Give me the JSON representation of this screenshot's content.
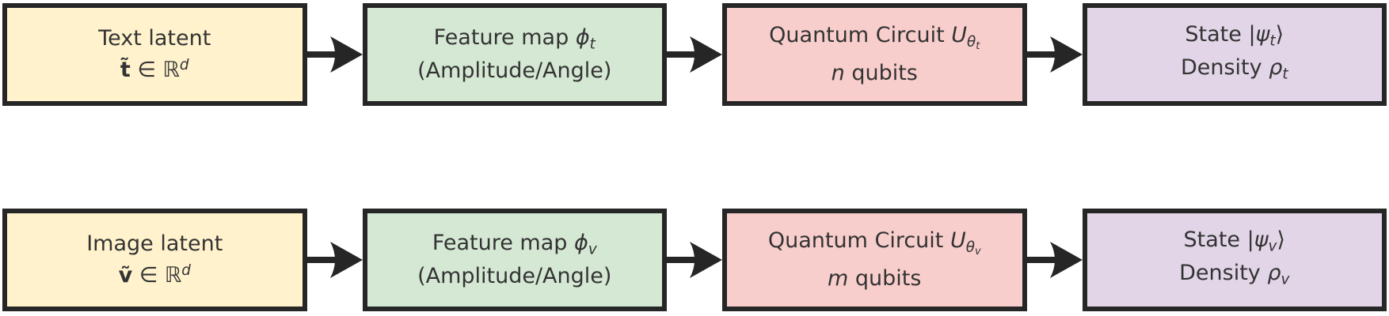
{
  "colors": {
    "yellow": "#fff2cc",
    "green": "#d5e8d4",
    "pink": "#f8cecc",
    "purple": "#e1d5e7",
    "border": "#262626",
    "arrow": "#262626",
    "text": "#333333"
  },
  "arrow_icon": "flow-arrow-icon",
  "rows": [
    {
      "name": "text",
      "boxes": [
        {
          "id": "text-latent",
          "fill": "yellow",
          "lines": [
            [
              {
                "t": "Text latent"
              }
            ],
            [
              {
                "t": "t̃",
                "b": true
              },
              {
                "t": " ∈ "
              },
              {
                "t": "ℝ"
              },
              {
                "t": "d",
                "i": true,
                "sup": true
              }
            ]
          ]
        },
        {
          "id": "text-feature-map",
          "fill": "green",
          "lines": [
            [
              {
                "t": "Feature map "
              },
              {
                "t": "ϕ",
                "i": true
              },
              {
                "t": "t",
                "i": true,
                "sub": true
              }
            ],
            [
              {
                "t": "(Amplitude/Angle)"
              }
            ]
          ]
        },
        {
          "id": "text-quantum-circuit",
          "fill": "pink",
          "lines": [
            [
              {
                "t": "Quantum Circuit "
              },
              {
                "t": "U",
                "i": true
              },
              {
                "t": "θ",
                "i": true,
                "sub": true
              },
              {
                "t": "t",
                "i": true,
                "sub2": true
              }
            ],
            [
              {
                "t": "n",
                "i": true
              },
              {
                "t": " qubits"
              }
            ]
          ]
        },
        {
          "id": "text-state",
          "fill": "purple",
          "lines": [
            [
              {
                "t": "State |"
              },
              {
                "t": "ψ",
                "i": true
              },
              {
                "t": "t",
                "i": true,
                "sub": true
              },
              {
                "t": "⟩"
              }
            ],
            [
              {
                "t": "Density "
              },
              {
                "t": "ρ",
                "i": true
              },
              {
                "t": "t",
                "i": true,
                "sub": true
              }
            ]
          ]
        }
      ]
    },
    {
      "name": "image",
      "boxes": [
        {
          "id": "image-latent",
          "fill": "yellow",
          "lines": [
            [
              {
                "t": "Image latent"
              }
            ],
            [
              {
                "t": "ṽ",
                "b": true
              },
              {
                "t": " ∈ "
              },
              {
                "t": "ℝ"
              },
              {
                "t": "d",
                "i": true,
                "sup": true
              }
            ]
          ]
        },
        {
          "id": "image-feature-map",
          "fill": "green",
          "lines": [
            [
              {
                "t": "Feature map "
              },
              {
                "t": "ϕ",
                "i": true
              },
              {
                "t": "v",
                "i": true,
                "sub": true
              }
            ],
            [
              {
                "t": "(Amplitude/Angle)"
              }
            ]
          ]
        },
        {
          "id": "image-quantum-circuit",
          "fill": "pink",
          "lines": [
            [
              {
                "t": "Quantum Circuit "
              },
              {
                "t": "U",
                "i": true
              },
              {
                "t": "θ",
                "i": true,
                "sub": true
              },
              {
                "t": "v",
                "i": true,
                "sub2": true
              }
            ],
            [
              {
                "t": "m",
                "i": true
              },
              {
                "t": " qubits"
              }
            ]
          ]
        },
        {
          "id": "image-state",
          "fill": "purple",
          "lines": [
            [
              {
                "t": "State |"
              },
              {
                "t": "ψ",
                "i": true
              },
              {
                "t": "v",
                "i": true,
                "sub": true
              },
              {
                "t": "⟩"
              }
            ],
            [
              {
                "t": "Density "
              },
              {
                "t": "ρ",
                "i": true
              },
              {
                "t": "v",
                "i": true,
                "sub": true
              }
            ]
          ]
        }
      ]
    }
  ]
}
